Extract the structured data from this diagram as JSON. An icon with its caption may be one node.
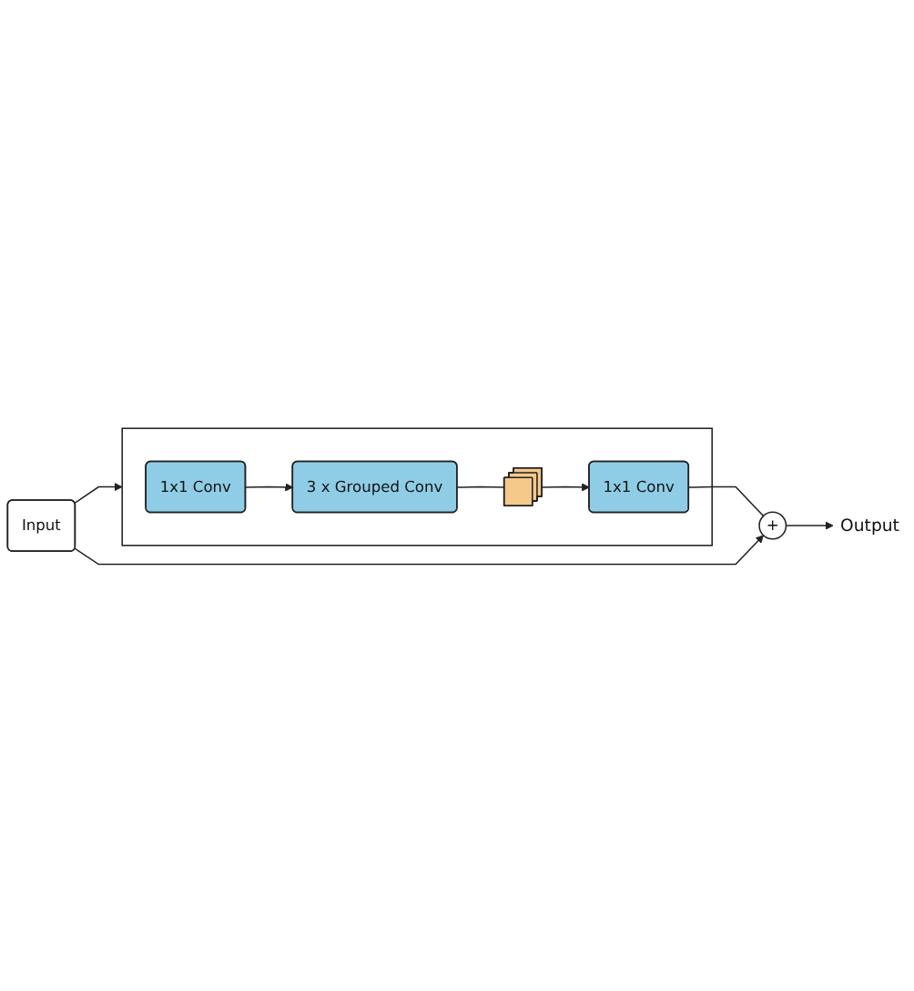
{
  "diagram": {
    "nodes": [
      {
        "text": [
          "Input"
        ]
      },
      {
        "text": [],
        "shape": "box"
      },
      {
        "text": [
          "1x1 Conv"
        ],
        "in": 1
      },
      {
        "text": [
          "3 x Grouped Conv"
        ],
        "in": 1
      },
      {
        "text": [],
        "shape": "box",
        "in": 1
      },
      {
        "text": [
          "1x1 Conv"
        ],
        "in": 1
      },
      {
        "text": [
          "+"
        ]
      },
      {
        "text": [
          "Output"
        ]
      }
    ],
    "edges": [
      {
        "from": 0,
        "to": 1,
        "arrow": "to"
      },
      {
        "from": 2,
        "to": 3,
        "arrow": "to"
      },
      {
        "from": 3,
        "to": 4,
        "arrow": "none"
      },
      {
        "from": 4,
        "to": 5,
        "arrow": "to"
      },
      {
        "from": 5,
        "to": 6,
        "arrow": "none"
      },
      {
        "from": 0,
        "to": 6,
        "arrow": "to"
      },
      {
        "from": 6,
        "to": 7,
        "arrow": "to"
      }
    ]
  }
}
